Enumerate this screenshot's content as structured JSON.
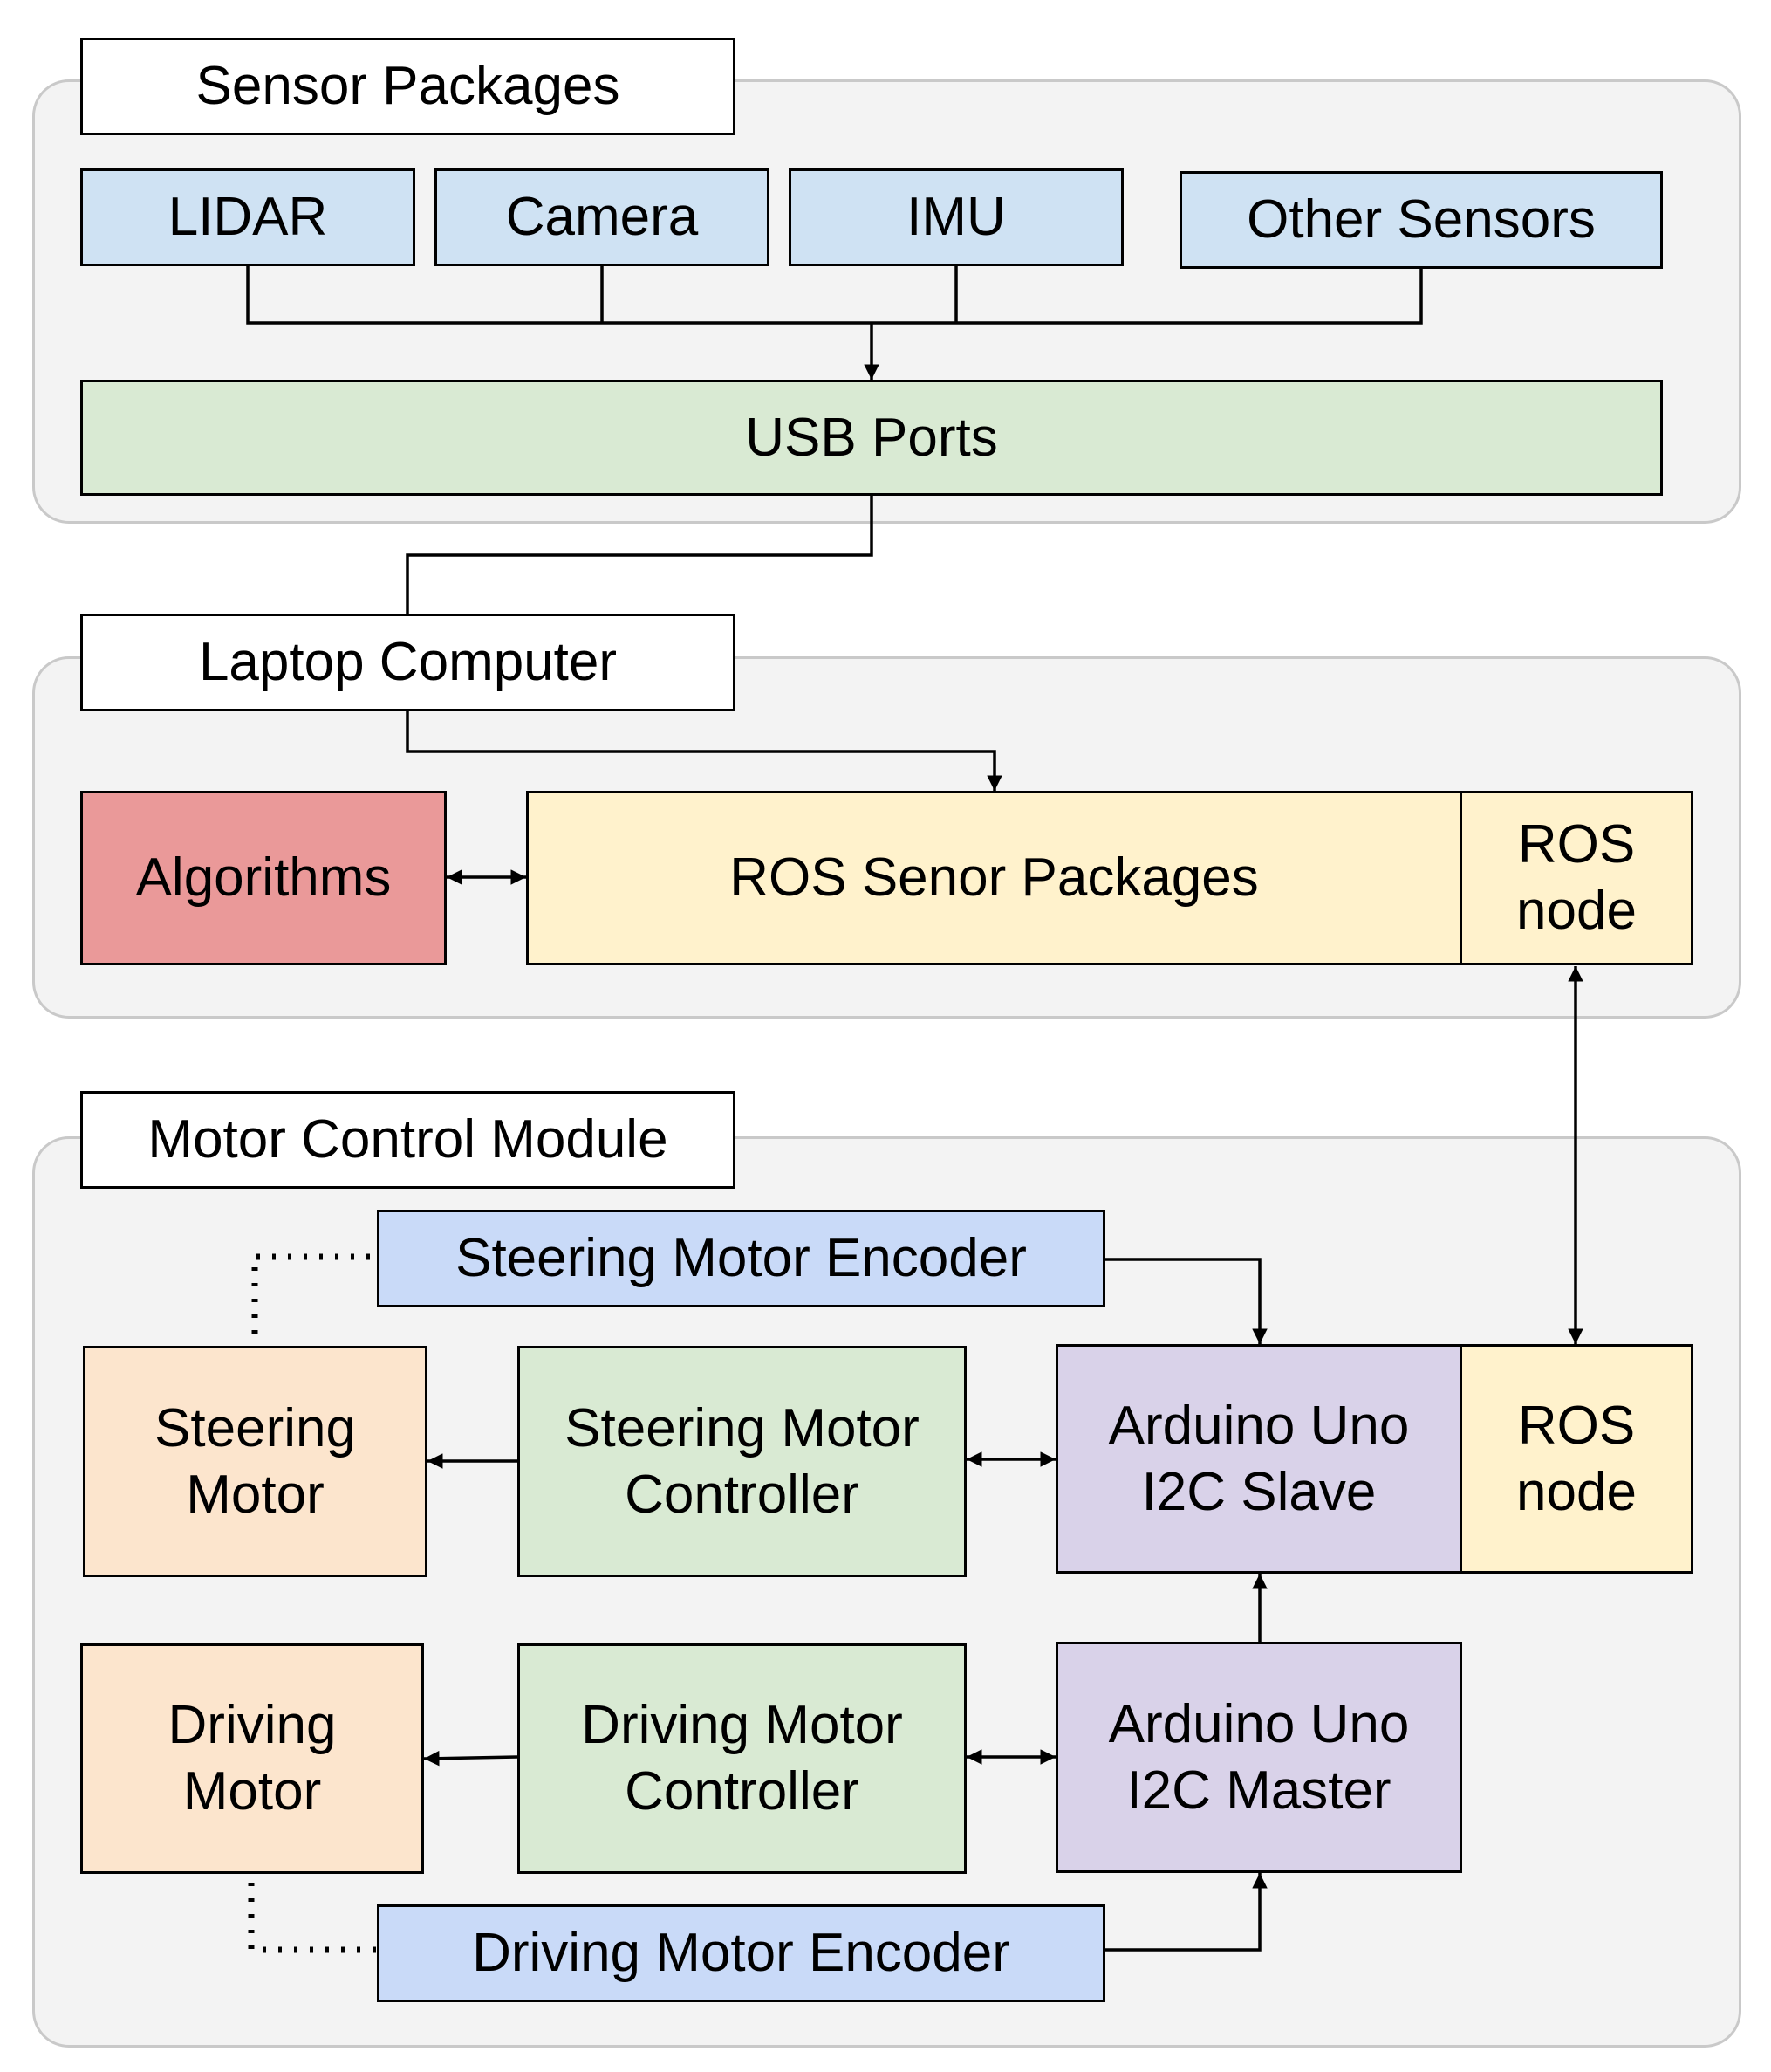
{
  "sensor_packages": {
    "title": "Sensor Packages",
    "lidar": "LIDAR",
    "camera": "Camera",
    "imu": "IMU",
    "other": "Other Sensors",
    "usb": "USB Ports"
  },
  "laptop": {
    "title": "Laptop Computer",
    "algorithms": "Algorithms",
    "ros_packages": "ROS Senor Packages",
    "ros_node": "ROS\nnode"
  },
  "motor_control": {
    "title": "Motor Control Module",
    "steering_encoder": "Steering Motor Encoder",
    "steering_motor": "Steering\nMotor",
    "steering_controller": "Steering Motor\nController",
    "arduino_slave": "Arduino Uno\nI2C Slave",
    "ros_node": "ROS\nnode",
    "driving_motor": "Driving\nMotor",
    "driving_controller": "Driving Motor\nController",
    "arduino_master": "Arduino Uno\nI2C Master",
    "driving_encoder": "Driving Motor Encoder"
  },
  "colors": {
    "sensor": "#cfe2f3",
    "usb": "#d9ead3",
    "algorithms": "#ea9999",
    "ros": "#fff2cc",
    "motor": "#fce5cd",
    "controller": "#d9ead3",
    "arduino": "#d9d2e9",
    "encoder": "#c9daf8",
    "panel": "#f3f3f3"
  }
}
